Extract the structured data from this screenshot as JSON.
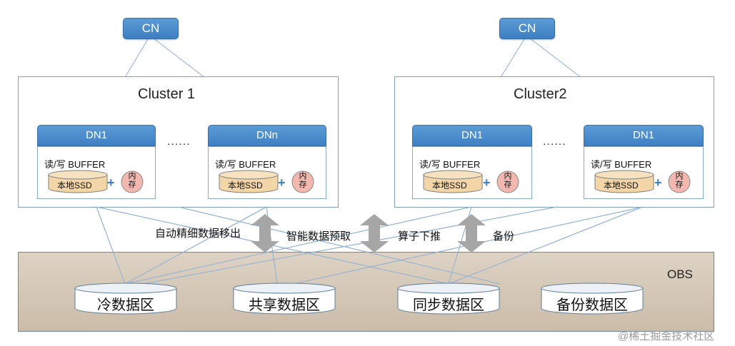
{
  "cn_nodes": [
    {
      "label": "CN"
    },
    {
      "label": "CN"
    }
  ],
  "clusters": [
    {
      "title": "Cluster 1",
      "ellipsis": "......",
      "dns": [
        {
          "label": "DN1",
          "buffer": "读/写 BUFFER",
          "ssd": "本地SSD",
          "mem": "内存"
        },
        {
          "label": "DNn",
          "buffer": "读/写 BUFFER",
          "ssd": "本地SSD",
          "mem": "内存"
        }
      ]
    },
    {
      "title": "Cluster2",
      "ellipsis": "......",
      "dns": [
        {
          "label": "DN1",
          "buffer": "读/写 BUFFER",
          "ssd": "本地SSD",
          "mem": "内存"
        },
        {
          "label": "DN1",
          "buffer": "读/写 BUFFER",
          "ssd": "本地SSD",
          "mem": "内存"
        }
      ]
    }
  ],
  "arrows": [
    {
      "label": "自动精细数据移出"
    },
    {
      "label": "智能数据预取"
    },
    {
      "label": "算子下推"
    },
    {
      "label": "备份"
    }
  ],
  "obs": {
    "title": "OBS",
    "zones": [
      {
        "label": "冷数据区"
      },
      {
        "label": "共享数据区"
      },
      {
        "label": "同步数据区"
      },
      {
        "label": "备份数据区"
      }
    ]
  },
  "watermark": "@稀土掘金技术社区",
  "colors": {
    "node_blue": "#4f8fd0",
    "ssd_fill": "#f3d6a8",
    "mem_fill": "#f2b8b0",
    "arrow_gray": "#a6a6a6",
    "obs_fill": "#d6c9b8",
    "line_blue": "#8fb0d6"
  }
}
